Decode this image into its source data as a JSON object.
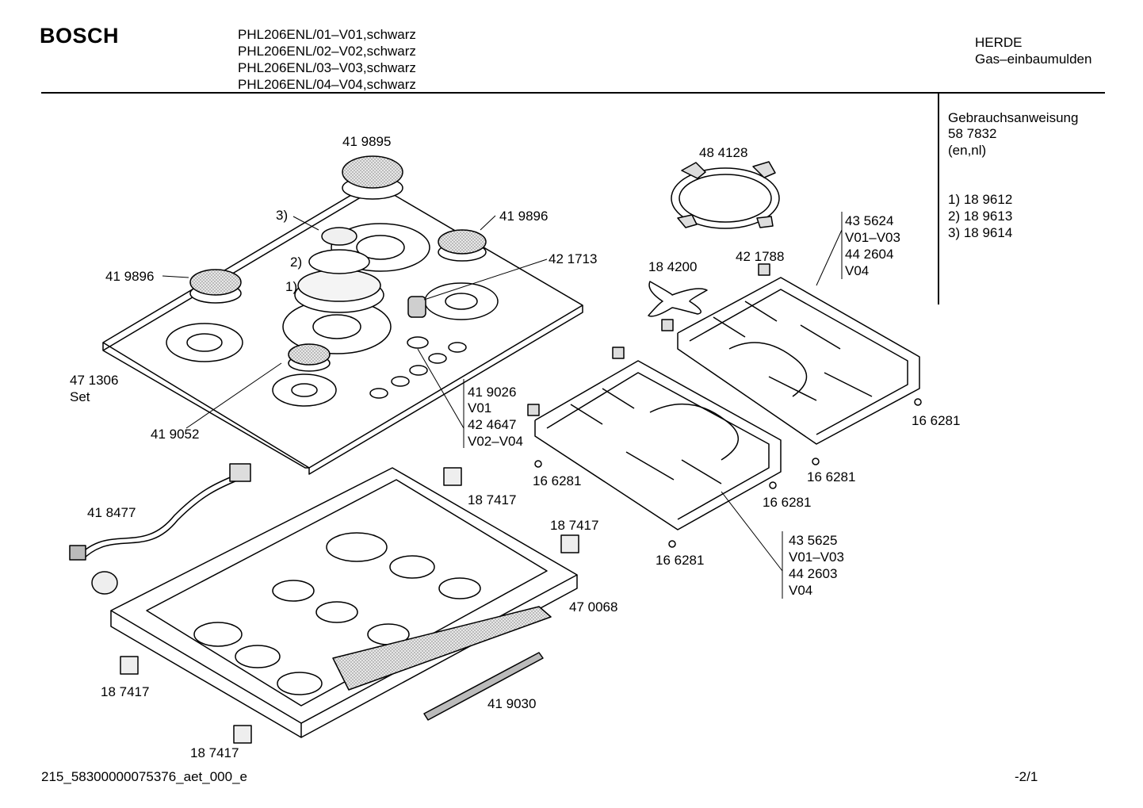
{
  "header": {
    "brand": "BOSCH",
    "models": [
      "PHL206ENL/01–V01,schwarz",
      "PHL206ENL/02–V02,schwarz",
      "PHL206ENL/03–V03,schwarz",
      "PHL206ENL/04–V04,schwarz"
    ],
    "category": "HERDE",
    "subcategory": "Gas–einbaumulden"
  },
  "sidebar": {
    "manual_label": "Gebrauchsanweisung",
    "manual_number": "58 7832",
    "manual_langs": "(en,nl)",
    "notes": [
      "1)  18 9612",
      "2)  18 9613",
      "3)  18 9614"
    ]
  },
  "parts": {
    "burner_top": "41 9895",
    "burner_right": "41 9896",
    "burner_left": "41 9896",
    "marker3": "3)",
    "marker2": "2)",
    "marker1": "1)",
    "knob_spindle": "42 1713",
    "top_plate": "47 1306",
    "top_plate_set": "Set",
    "small_burner": "41 9052",
    "ring_a": "41 9026",
    "ring_a_v": "V01",
    "ring_b": "42 4647",
    "ring_b_v": "V02–V04",
    "wok_ring": "48 4128",
    "cross": "18 4200",
    "clip": "42 1788",
    "grate_right_a": "43 5624",
    "grate_right_a_v": "V01–V03",
    "grate_right_b": "44 2604",
    "grate_right_b_v": "V04",
    "foot_1": "16 6281",
    "foot_2": "16 6281",
    "foot_3": "16 6281",
    "foot_4": "16 6281",
    "foot_5": "16 6281",
    "grate_left_a": "43 5625",
    "grate_left_a_v": "V01–V03",
    "grate_left_b": "44 2603",
    "grate_left_b_v": "V04",
    "cable": "41 8477",
    "bracket_1": "18 7417",
    "bracket_2": "18 7417",
    "bracket_3": "18 7417",
    "bracket_4": "18 7417",
    "housing": "47 0068",
    "seal": "41 9030"
  },
  "footer": {
    "doc_id": "215_58300000075376_aet_000_e",
    "page": "-2/1"
  }
}
